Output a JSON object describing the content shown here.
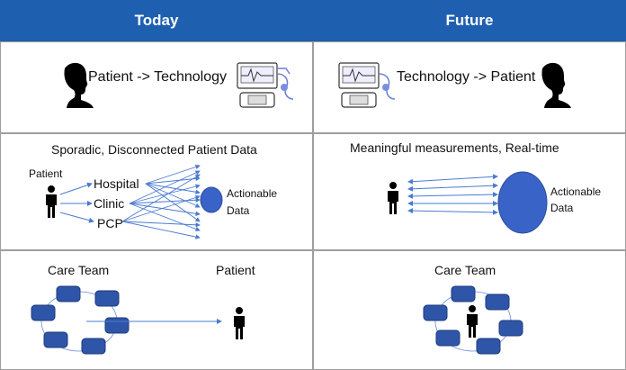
{
  "headers": {
    "today": "Today",
    "future": "Future"
  },
  "row1": {
    "today_label": "Patient -> Technology",
    "future_label": "Technology -> Patient"
  },
  "row2": {
    "today_title": "Sporadic, Disconnected Patient Data",
    "today_patient": "Patient",
    "today_sources": [
      "Hospital",
      "Clinic",
      "PCP"
    ],
    "today_target": [
      "Actionable",
      "Data"
    ],
    "future_title": "Meaningful measurements, Real-time",
    "future_target": [
      "Actionable",
      "Data"
    ]
  },
  "row3": {
    "today_care_team": "Care Team",
    "today_patient": "Patient",
    "future_care_team": "Care Team"
  },
  "colors": {
    "header_blue": "#1f5fb0",
    "node_blue": "#3a63c8",
    "arrow_blue": "#4a7bd0",
    "block_blue": "#2f55a8"
  },
  "icons": [
    "patient-silhouette-icon",
    "monitor-device-icon",
    "person-icon",
    "care-team-block-icon"
  ]
}
